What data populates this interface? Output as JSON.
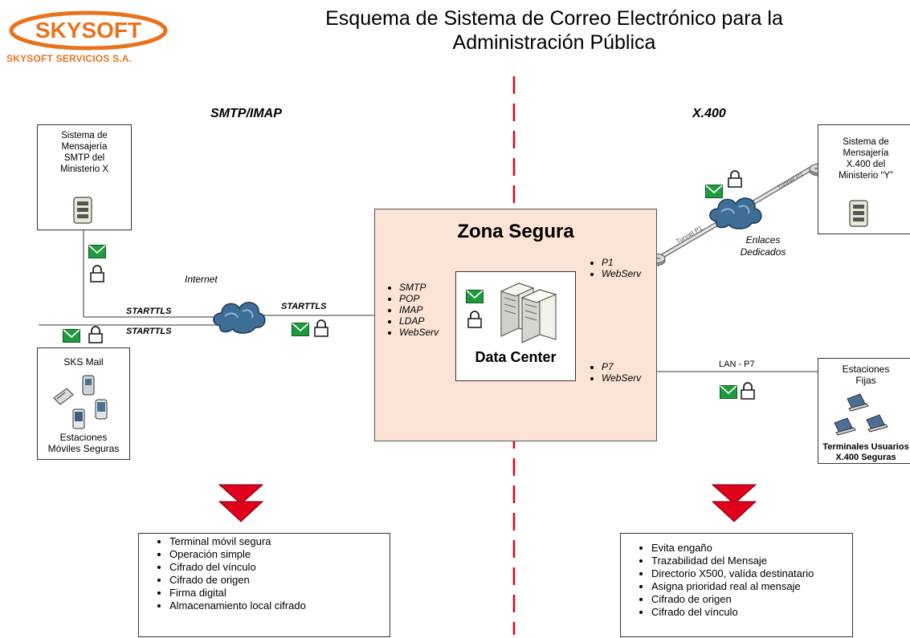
{
  "logo": {
    "name": "SKYSOFT",
    "subtitle": "SKYSOFT SERVICIOS S.A.",
    "brand_color": "#e8731f"
  },
  "title": {
    "line1": "Esquema de Sistema de Correo Electrónico para la",
    "line2": "Administración Pública"
  },
  "sections": {
    "left": "SMTP/IMAP",
    "right": "X.400"
  },
  "nodes": {
    "smtp_system": {
      "label": [
        "Sistema de",
        "Mensajería",
        "SMTP del",
        "Ministerio X"
      ]
    },
    "x400_system": {
      "label": [
        "Sistema de",
        "Mensajería",
        "X.400 del",
        "Ministerio “Y”"
      ]
    },
    "sks_mail": {
      "title": "SKS Mail",
      "footer": [
        "Estaciones",
        "Móviles Seguras"
      ]
    },
    "fixed": {
      "title": [
        "Estaciones",
        "Fijas"
      ],
      "footer": [
        "Terminales Usuarios",
        "X.400 Seguras"
      ]
    }
  },
  "zona": {
    "title": "Zona Segura",
    "protocols_left": [
      "SMTP",
      "POP",
      "IMAP",
      "LDAP",
      "WebServ"
    ],
    "protocols_top_right": [
      "P1",
      "WebServ"
    ],
    "protocols_bottom_right": [
      "P7",
      "WebServ"
    ],
    "datacenter": "Data Center",
    "bg_color": "#fbe4d5"
  },
  "links": {
    "internet": "Internet",
    "starttls": "STARTTLS",
    "enlaces": [
      "Enlaces",
      "Dedicados"
    ],
    "tunnel": "Tunnel P1",
    "lan": "LAN - P7"
  },
  "features_left": [
    "Terminal móvil segura",
    "Operación simple",
    "Cifrado del vínculo",
    "Cifrado de origen",
    "Firma digital",
    "Almacenamiento local cifrado"
  ],
  "features_right": [
    "Evita engaño",
    "Trazabilidad del Mensaje",
    "Directorio X500, valída destinatario",
    "Asigna prioridad real al mensaje",
    "Cifrado de origen",
    "Cifrado del vínculo"
  ],
  "colors": {
    "divider": "#e0001b",
    "arrow": "#e0001b",
    "envelope": "#1f9a3f",
    "cloud": "#3e6d96"
  }
}
